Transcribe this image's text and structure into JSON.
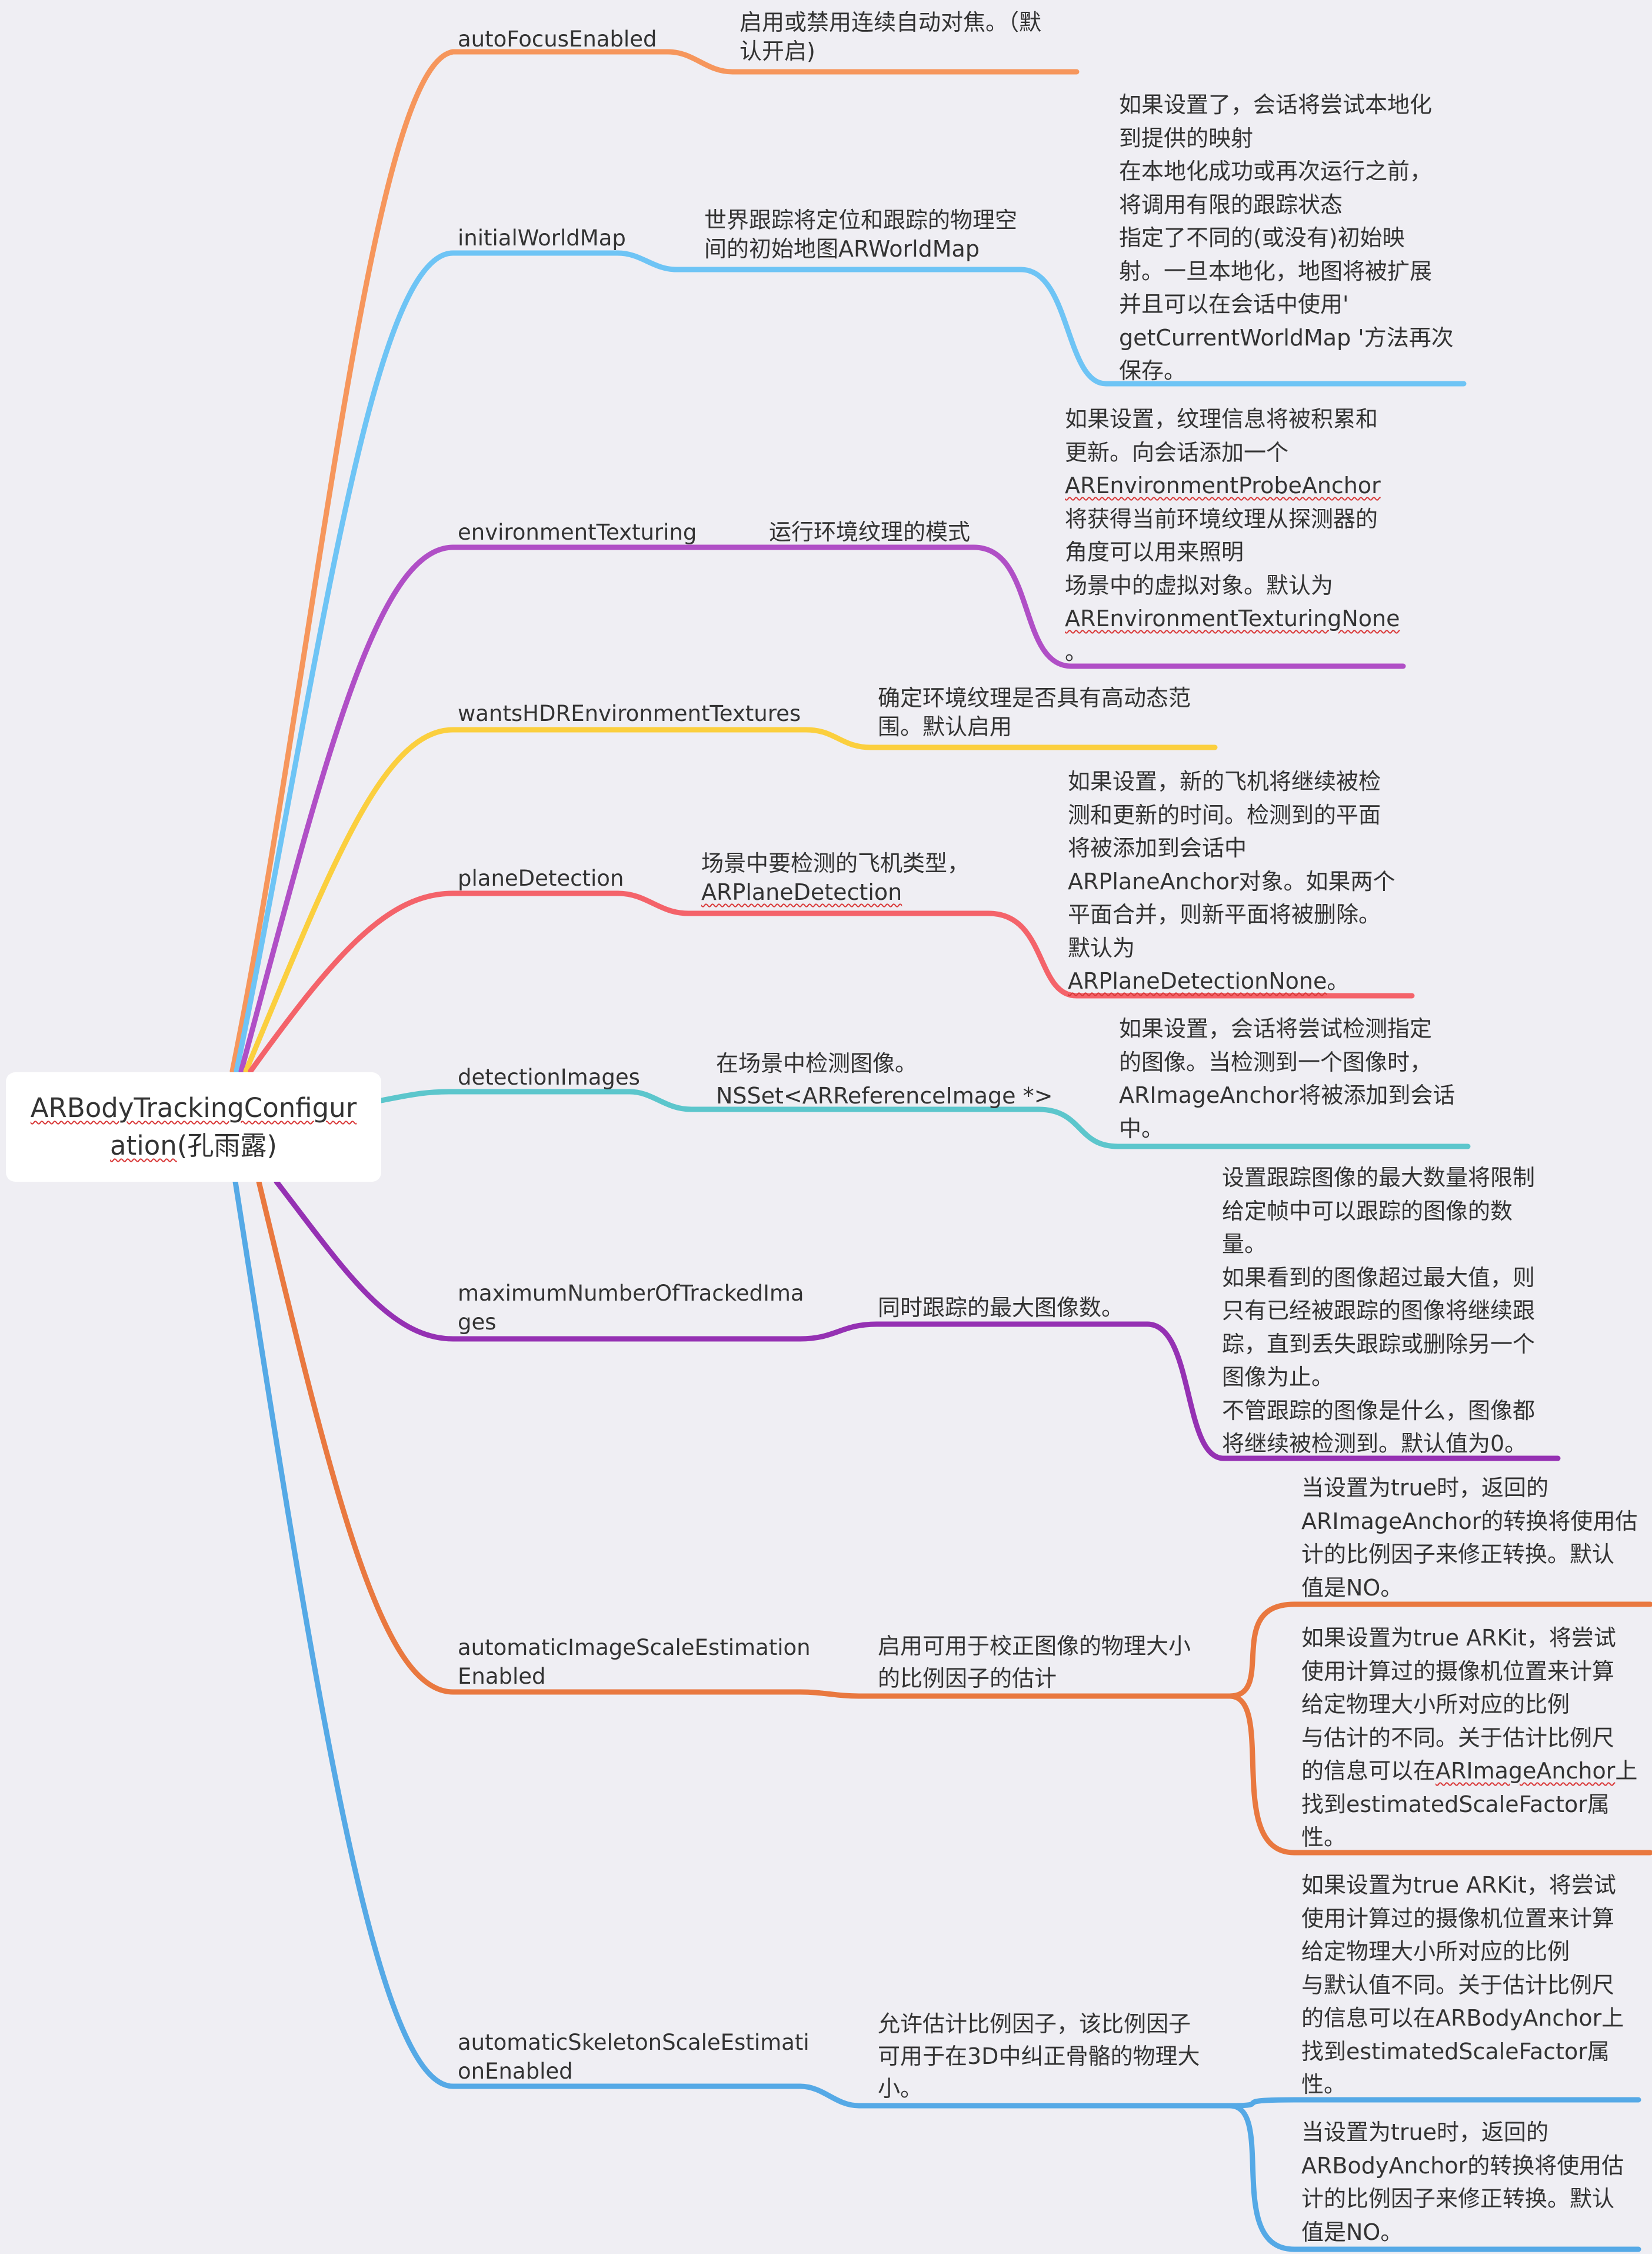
{
  "root": {
    "line1": "ARBodyTrackingConfigur",
    "line2_a": "ation",
    "line2_b": "(孔雨露)"
  },
  "colors": {
    "orange": "#f6965c",
    "blue": "#6ec4f5",
    "purple": "#b04fc6",
    "yellow": "#fbcf3e",
    "red": "#f4636a",
    "teal": "#5cc6cc",
    "violet": "#9531b3",
    "dark_orange": "#e9783f",
    "sky": "#55a9e6"
  },
  "branches": [
    {
      "name": "autoFocusEnabled",
      "desc": "启用或禁用连续自动对焦。（默\n认开启)"
    },
    {
      "name": "initialWorldMap",
      "desc": "世界跟踪将定位和跟踪的物理空\n间的初始地图ARWorldMap",
      "detail": "如果设置了，会话将尝试本地化\n到提供的映射\n在本地化成功或再次运行之前，\n将调用有限的跟踪状态\n指定了不同的(或没有)初始映\n射。一旦本地化，地图将被扩展\n并且可以在会话中使用'\ngetCurrentWorldMap '方法再次\n保存。"
    },
    {
      "name": "environmentTexturing",
      "desc": "运行环境纹理的模式",
      "detail_a": "如果设置，纹理信息将被积累和\n更新。向会话添加一个\n",
      "detail_u1": "AREnvironmentProbeAnchor",
      "detail_b": "\n将获得当前环境纹理从探测器的\n角度可以用来照明\n场景中的虚拟对象。默认为\n",
      "detail_u2": "AREnvironmentTexturingNone",
      "detail_c": "\n。"
    },
    {
      "name": "wantsHDREnvironmentTextures",
      "desc": "确定环境纹理是否具有高动态范\n围。默认启用"
    },
    {
      "name": "planeDetection",
      "desc_a": "场景中要检测的飞机类型，\n",
      "desc_u": "ARPlaneDetection",
      "detail_a": "如果设置，新的飞机将继续被检\n测和更新的时间。检测到的平面\n将被添加到会话中\nARPlaneAnchor对象。如果两个\n平面合并，则新平面将被删除。\n默认为\n",
      "detail_u": "ARPlaneDetectionNone",
      "detail_b": "。"
    },
    {
      "name": "detectionImages",
      "desc": "在场景中检测图像。\nNSSet<ARReferenceImage *>",
      "detail": "如果设置，会话将尝试检测指定\n的图像。当检测到一个图像时，\nARImageAnchor将被添加到会话\n中。"
    },
    {
      "name": "maximumNumberOfTrackedIma\nges",
      "desc": "同时跟踪的最大图像数。",
      "detail": "设置跟踪图像的最大数量将限制\n给定帧中可以跟踪的图像的数\n量。\n如果看到的图像超过最大值，则\n只有已经被跟踪的图像将继续跟\n踪，直到丢失跟踪或删除另一个\n图像为止。\n不管跟踪的图像是什么，图像都\n将继续被检测到。默认值为0。"
    },
    {
      "name": "automaticImageScaleEstimation\nEnabled",
      "desc": " 启用可用于校正图像的物理大小\n的比例因子的估计",
      "detail1": "当设置为true时，返回的\nARImageAnchor的转换将使用估\n计的比例因子来修正转换。默认\n值是NO。",
      "detail2_a": "如果设置为true ARKit，将尝试\n使用计算过的摄像机位置来计算\n给定物理大小所对应的比例\n与估计的不同。关于估计比例尺\n的信息可以在",
      "detail2_u": "ARImageAnchor",
      "detail2_b": "上\n找到estimatedScaleFactor属\n性。"
    },
    {
      "name": "automaticSkeletonScaleEstimati\nonEnabled",
      "desc": "允许估计比例因子，该比例因子\n可用于在3D中纠正骨骼的物理大\n小。",
      "detail1": "如果设置为true ARKit，将尝试\n使用计算过的摄像机位置来计算\n给定物理大小所对应的比例\n与默认值不同。关于估计比例尺\n的信息可以在ARBodyAnchor上\n找到estimatedScaleFactor属\n性。",
      "detail2": "当设置为true时，返回的\nARBodyAnchor的转换将使用估\n计的比例因子来修正转换。默认\n值是NO。"
    }
  ]
}
